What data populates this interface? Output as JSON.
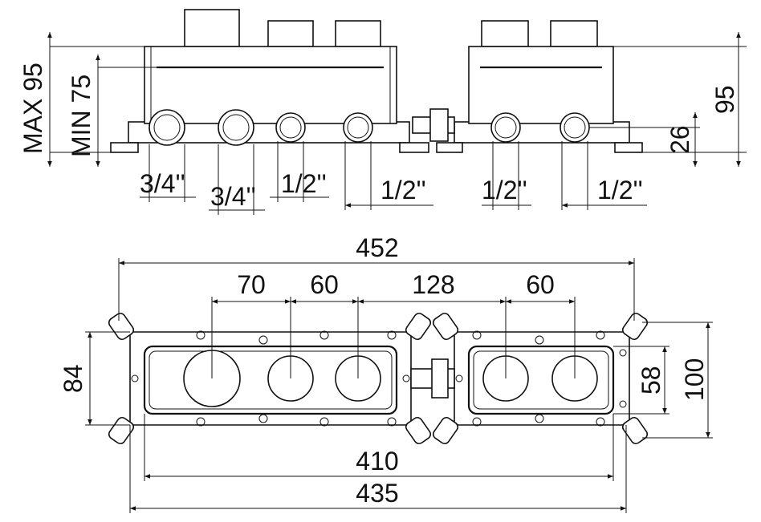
{
  "side_view": {
    "max_label": "MAX 95",
    "min_label": "MIN 75",
    "height_right": "95",
    "pipe_height": "26",
    "connection_labels": [
      "3/4''",
      "3/4''",
      "1/2''",
      "1/2''",
      "1/2''",
      "1/2''"
    ]
  },
  "top_view": {
    "overall_width": "452",
    "spacing_1": "70",
    "spacing_2": "60",
    "spacing_3": "128",
    "spacing_4": "60",
    "left_height": "84",
    "right_inner_height": "58",
    "right_outer_height": "100",
    "inner_width": "410",
    "frame_width": "435"
  }
}
